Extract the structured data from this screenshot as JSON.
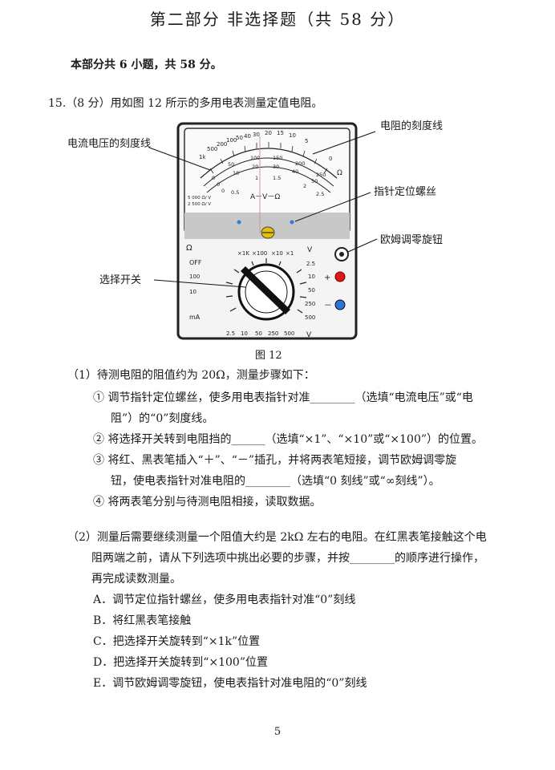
{
  "header": {
    "title": "第二部分    非选择题（共 58 分）",
    "intro": "本部分共 6 小题，共 58 分。"
  },
  "question15": {
    "head": "15.（8 分）用如图 12 所示的多用电表测量定值电阻。",
    "figure": {
      "caption": "图 12",
      "callouts": {
        "current_voltage_scale": "电流电压的刻度线",
        "resistance_scale": "电阻的刻度线",
        "pointer_screw": "指针定位螺丝",
        "ohm_zero_knob": "欧姆调零旋钮",
        "selector_switch": "选择开关"
      },
      "meter": {
        "top_scale_numbers": [
          "30",
          "20",
          "15",
          "10",
          "5",
          "0"
        ],
        "top_left_numbers": [
          "1k",
          "500",
          "200",
          "100",
          "50",
          "40"
        ],
        "mid_scale_numbers": [
          "0",
          "50",
          "100",
          "150",
          "200",
          "250"
        ],
        "low_scale_numbers": [
          "0",
          "10",
          "20",
          "30",
          "40",
          "50"
        ],
        "ac_scale_numbers": [
          "0",
          "0.5",
          "1",
          "1.5",
          "2",
          "2.5"
        ],
        "label_av": "A－V－Ω",
        "omega_symbol": "Ω",
        "spec_line1": "5 000 Ω/ V",
        "spec_line2": "2 500 Ω/ V",
        "ohm_ranges": [
          "×1K",
          "×100",
          "×10",
          "×1"
        ],
        "off_label": "OFF",
        "left_ranges": [
          "100",
          "10"
        ],
        "right_ranges": [
          "2.5",
          "10",
          "50",
          "250",
          "500"
        ],
        "bottom_ranges": [
          "2.5",
          "10",
          "50",
          "250",
          "500"
        ],
        "ma_label": "mA",
        "v_label": "V",
        "plus_label": "+",
        "minus_label": "－"
      }
    },
    "part1": {
      "intro": "（1）待测电阻的阻值约为 20Ω，测量步骤如下：",
      "step1_a": "① 调节指针定位螺丝，使多用电表指针对准________（选填“电流电压”或“电",
      "step1_b": "阻”）的“0”刻度线。",
      "step2": "② 将选择开关转到电阻挡的______（选填“×1”、“×10”或“×100”）的位置。",
      "step3_a": "③ 将红、黑表笔插入“＋”、“－”插孔，并将两表笔短接，调节欧姆调零旋",
      "step3_b": "钮，使电表指针对准电阻的________（选填“0 刻线”或“∞刻线”）。",
      "step4": "④ 将两表笔分别与待测电阻相接，读取数据。"
    },
    "part2": {
      "line1": "（2）测量后需要继续测量一个阻值大约是 2kΩ 左右的电阻。在红黑表笔接触这个电",
      "line2": "阻两端之前，请从下列选项中挑出必要的步骤，并按________的顺序进行操作，",
      "line3": "再完成读数测量。",
      "options": [
        "A．调节定位指针螺丝，使多用电表指针对准“0”刻线",
        "B．将红黑表笔接触",
        "C．把选择开关旋转到“×1k”位置",
        "D．把选择开关旋转到“×100”位置",
        "E．调节欧姆调零旋钮，使电表指针对准电阻的“0”刻线"
      ]
    }
  },
  "footer": {
    "page_number": "5"
  }
}
